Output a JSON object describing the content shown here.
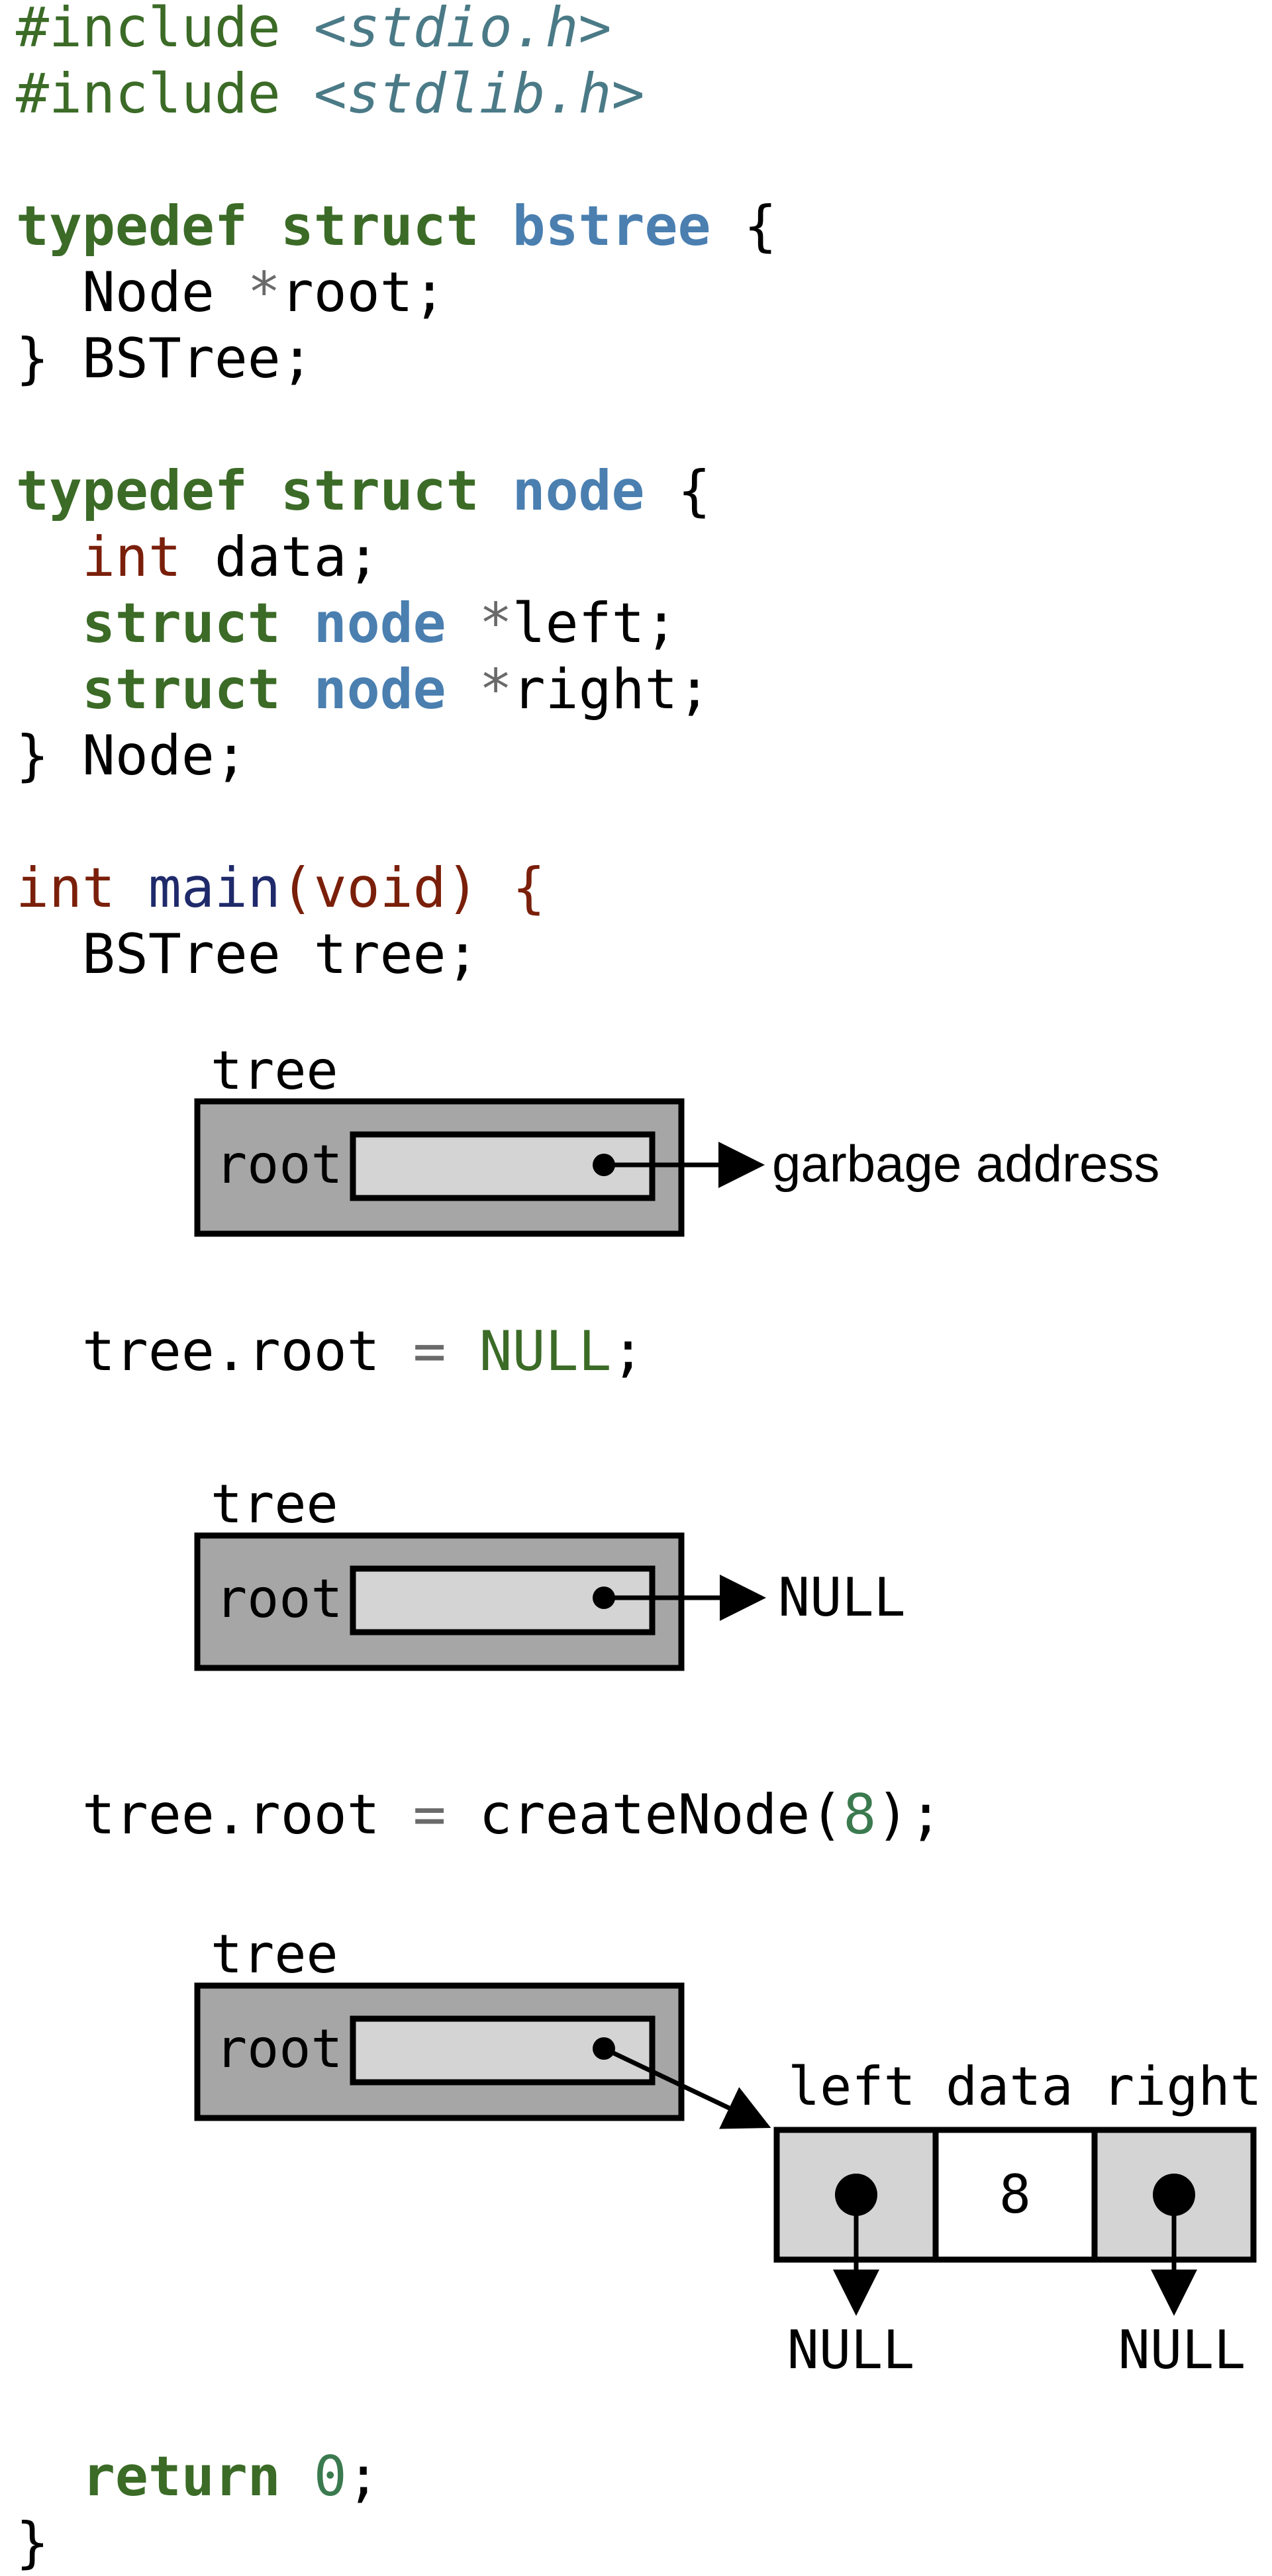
{
  "code": {
    "line1": {
      "directive": "#include",
      "header": "<stdio.h>"
    },
    "line2": {
      "directive": "#include",
      "header": "<stdlib.h>"
    },
    "bstree_open": {
      "typedef": "typedef",
      "struct": "struct",
      "name": "bstree",
      "brace": " {"
    },
    "bstree_member": {
      "text": "  Node ",
      "star": "*",
      "field": "root;"
    },
    "bstree_close": "} BSTree;",
    "node_open": {
      "typedef": "typedef",
      "struct": "struct",
      "name": "node",
      "brace": " {"
    },
    "node_data": {
      "type": "int",
      "field": " data;"
    },
    "node_left": {
      "struct": "struct",
      "name": "node",
      "star": "*",
      "field": "left;"
    },
    "node_right": {
      "struct": "struct",
      "name": "node",
      "star": "*",
      "field": "right;"
    },
    "node_close": "} Node;",
    "main_open": {
      "type": "int",
      "fn": "main",
      "lparen": "(",
      "void": "void",
      "rest": ") {"
    },
    "decl_tree": "  BSTree tree;",
    "assign_null": {
      "lhs": "  tree.root ",
      "op": "=",
      "value": "NULL",
      "end": ";"
    },
    "assign_create": {
      "lhs": "  tree.root ",
      "op": "=",
      "fn": "createNode(",
      "arg": "8",
      "end": ");"
    },
    "return_stmt": {
      "kw": "return",
      "value": "0",
      "end": ";"
    },
    "main_close": "}"
  },
  "diagrams": {
    "d1": {
      "var_label": "tree",
      "field_label": "root",
      "target_label": "garbage address"
    },
    "d2": {
      "var_label": "tree",
      "field_label": "root",
      "target_label": "NULL"
    },
    "d3": {
      "var_label": "tree",
      "field_label": "root",
      "node": {
        "left_label": "left",
        "data_label": "data",
        "right_label": "right",
        "data_value": "8"
      },
      "left_target": "NULL",
      "right_target": "NULL"
    }
  },
  "colors": {
    "outer_box": "#a6a6a6",
    "inner_box": "#d4d4d4",
    "keyword": "#3b6b27",
    "type_name": "#4a7fb0"
  }
}
